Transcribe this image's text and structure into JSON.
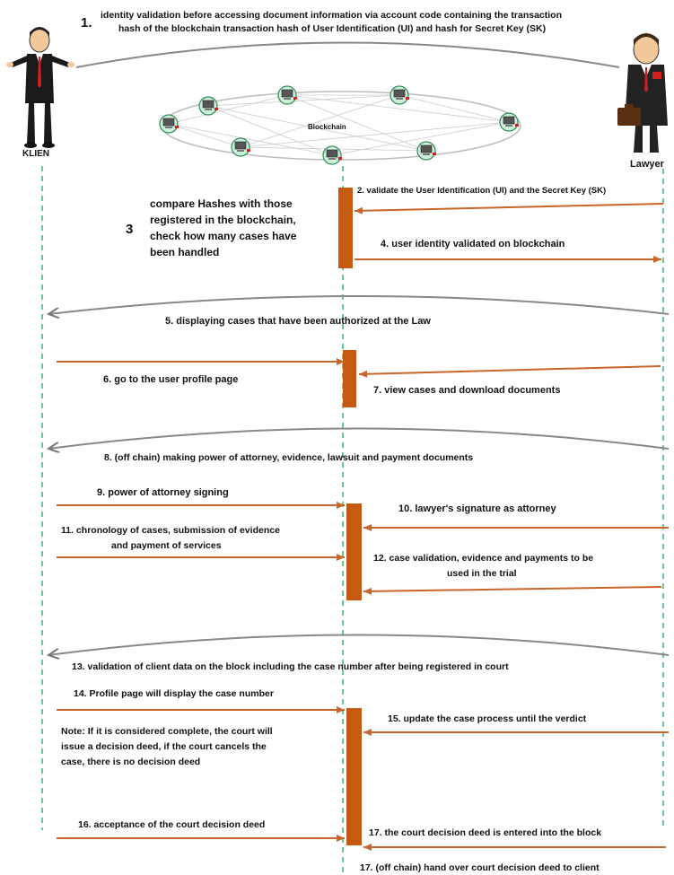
{
  "title": {
    "number": "1.",
    "line1": "identity validation before accessing document information via account code containing the transaction",
    "line2": "hash of the blockchain transaction hash of User Identification (UI) and hash for Secret Key (SK)"
  },
  "actors": {
    "client": "KLIEN",
    "lawyer": "Lawyer"
  },
  "blockchain_label": "Blockchain",
  "step3": {
    "number": "3",
    "lines": [
      "compare Hashes with those",
      "registered in the blockchain,",
      "check how many cases have",
      "been handled"
    ]
  },
  "messages": {
    "m2": "2. validate the User Identification (UI) and the Secret Key (SK)",
    "m4": "4. user identity validated on blockchain",
    "m5": "5. displaying cases that have been authorized at the Law",
    "m6": "6. go to the user profile page",
    "m7": "7. view cases and download documents",
    "m8": "8. (off chain) making power of attorney, evidence, lawsuit and payment  documents",
    "m9": "9. power of attorney signing",
    "m10": "10. lawyer's signature as attorney",
    "m11_line1": "11. chronology of cases, submission of evidence",
    "m11_line2": "and payment of services",
    "m12_line1": "12. case validation, evidence and payments to be",
    "m12_line2": "used in the trial",
    "m13": "13. validation of client data on the block including the case number after being registered in court",
    "m14": "14. Profile page will display the case number",
    "m15": "15. update the case process until the verdict",
    "note_lines": [
      "Note: If it is considered complete, the court will",
      "issue a decision deed, if the court cancels the",
      "case, there is no decision deed"
    ],
    "m16": "16. acceptance of the court decision deed",
    "m17a": "17. the court decision deed is entered into the block",
    "m17b": "17. (off chain) hand over court decision deed to client"
  },
  "colors": {
    "arrow": "#c8652a",
    "activation": "#c55a11",
    "lifeline": "#3cb371",
    "curve": "#888888",
    "node": "#2e8b57"
  }
}
